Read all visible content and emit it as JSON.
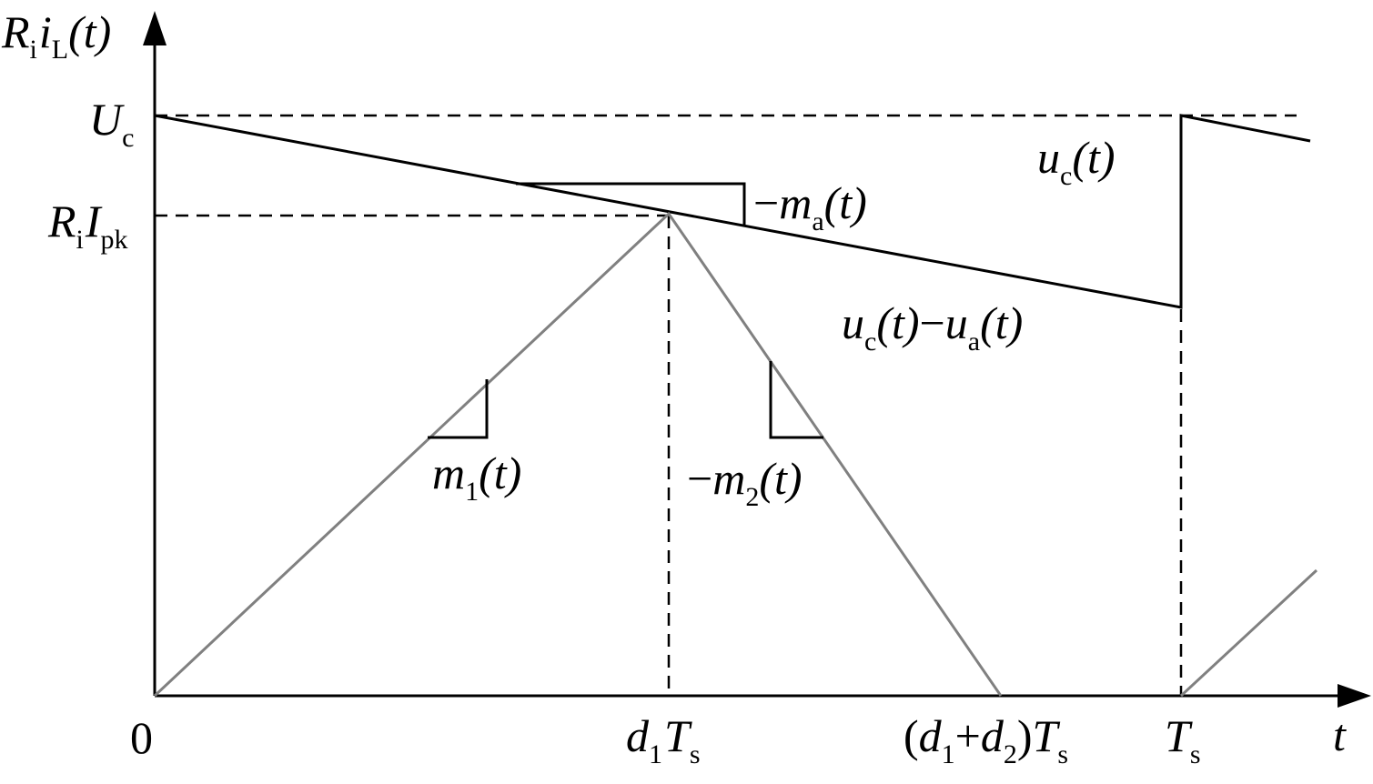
{
  "axes": {
    "y_label": {
      "main": "R",
      "sub1": "i",
      "var": "i",
      "sub2": "L",
      "arg": "(t)"
    },
    "x_label": "t",
    "origin": "0"
  },
  "y_ticks": {
    "uc_level": {
      "main": "U",
      "sub": "c"
    },
    "peak_level": {
      "main1": "R",
      "sub1": "i",
      "main2": "I",
      "sub2": "pk"
    }
  },
  "x_ticks": {
    "d1Ts": {
      "d": "d",
      "sub1": "1",
      "T": "T",
      "sub2": "s"
    },
    "d1d2Ts": {
      "open": "(",
      "d1": "d",
      "sub1": "1",
      "plus": "+",
      "d2": "d",
      "sub2": "2",
      "close": ")",
      "T": "T",
      "subT": "s"
    },
    "Ts": {
      "T": "T",
      "sub": "s"
    }
  },
  "annotations": {
    "uc": {
      "var": "u",
      "sub": "c",
      "arg": "(t)"
    },
    "ma": {
      "minus": "−",
      "var": "m",
      "sub": "a",
      "arg": "(t)"
    },
    "uc_minus_ua": {
      "var1": "u",
      "sub1": "c",
      "arg1": "(t)",
      "minus": "−",
      "var2": "u",
      "sub2": "a",
      "arg2": "(t)"
    },
    "m1": {
      "var": "m",
      "sub": "1",
      "arg": "(t)"
    },
    "m2": {
      "minus": "−",
      "var": "m",
      "sub": "2",
      "arg": "(t)"
    }
  },
  "colors": {
    "control_line": "#000000",
    "inductor_current": "#808080",
    "axes": "#000000"
  }
}
